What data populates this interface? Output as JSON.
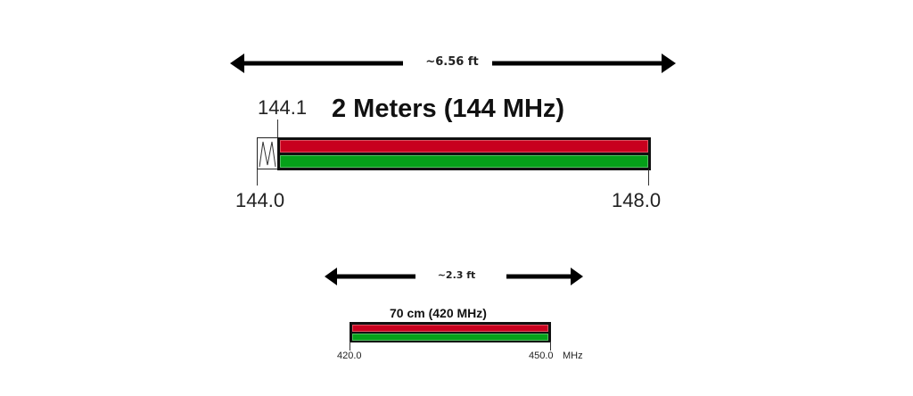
{
  "band_2m": {
    "dimension_label": "~6.56 ft",
    "title": "2 Meters (144 MHz)",
    "marker_label": "144.1",
    "start_label": "144.0",
    "end_label": "148.0",
    "colors": {
      "red": "#c8001e",
      "green": "#05a019",
      "outline": "#111111"
    }
  },
  "band_70cm": {
    "dimension_label": "~2.3 ft",
    "title": "70 cm (420 MHz)",
    "start_label": "420.0",
    "end_label": "450.0",
    "unit_label": "MHz",
    "colors": {
      "red": "#c8001e",
      "green": "#05a019",
      "outline": "#111111"
    }
  }
}
